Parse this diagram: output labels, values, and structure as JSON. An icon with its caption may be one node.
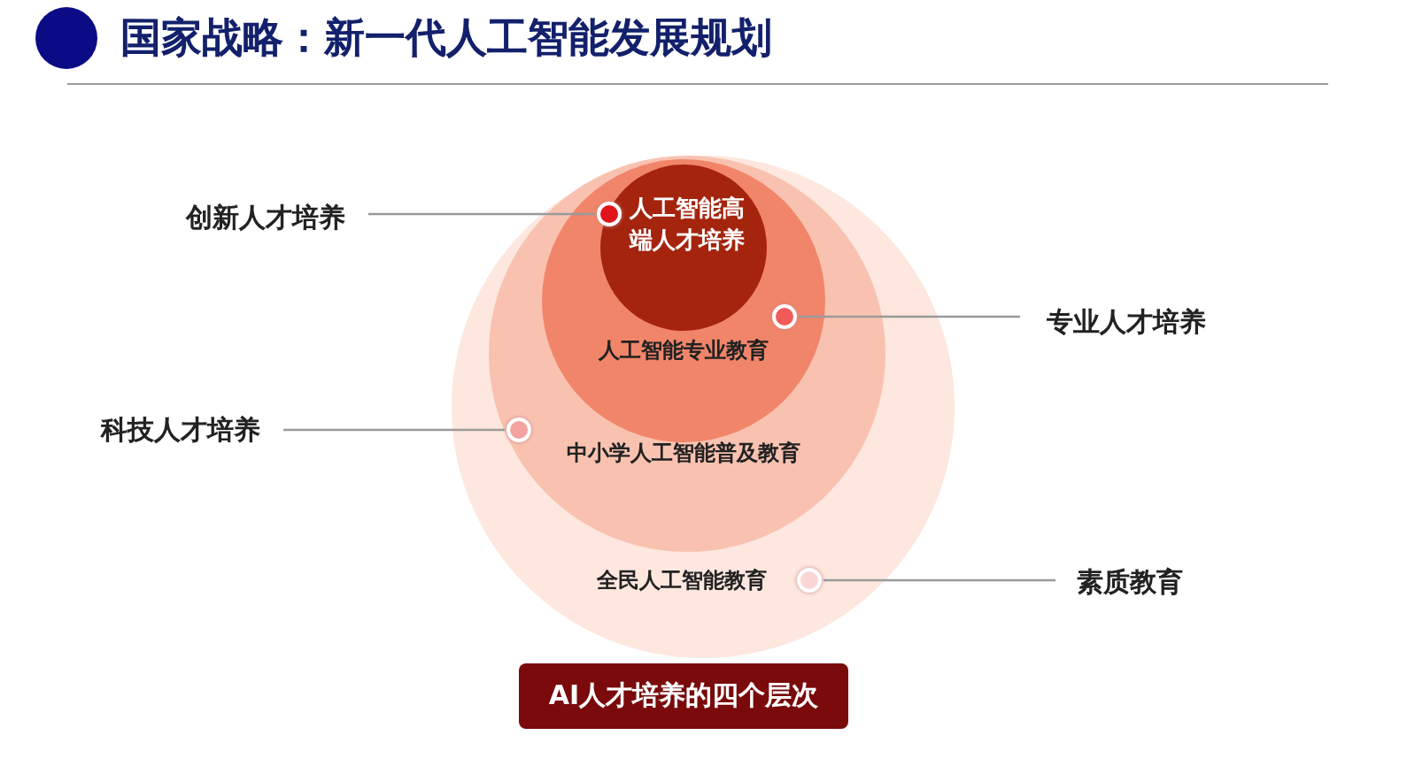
{
  "diagram": {
    "title": "国家战略：新一代人工智能发展规划",
    "nodes": [
      {
        "text": [
          "全民人工智能教育"
        ]
      },
      {
        "text": [
          "中小学人工智能普及教育"
        ],
        "in": 0
      },
      {
        "text": [
          "人工智能专业教育"
        ],
        "in": 1
      },
      {
        "text": [
          "人工智能高端人才培养"
        ],
        "in": 2
      },
      {
        "text": [
          "创新人才培养"
        ]
      },
      {
        "text": [
          "专业人才培养"
        ]
      },
      {
        "text": [
          "科技人才培养"
        ]
      },
      {
        "text": [
          "素质教育"
        ]
      },
      {
        "text": [],
        "shape": "circle",
        "in": 3
      },
      {
        "text": [],
        "shape": "circle",
        "in": 2
      },
      {
        "text": [],
        "shape": "circle",
        "in": 1
      },
      {
        "text": [],
        "shape": "circle",
        "in": 0
      },
      {
        "text": [
          "AI人才培养的四个层次"
        ]
      }
    ],
    "edges": [
      {
        "from": 4,
        "to": 8,
        "arrow": "none"
      },
      {
        "from": 5,
        "to": 9,
        "arrow": "none"
      },
      {
        "from": 6,
        "to": 10,
        "arrow": "none"
      },
      {
        "from": 7,
        "to": 11,
        "arrow": "none"
      }
    ]
  }
}
